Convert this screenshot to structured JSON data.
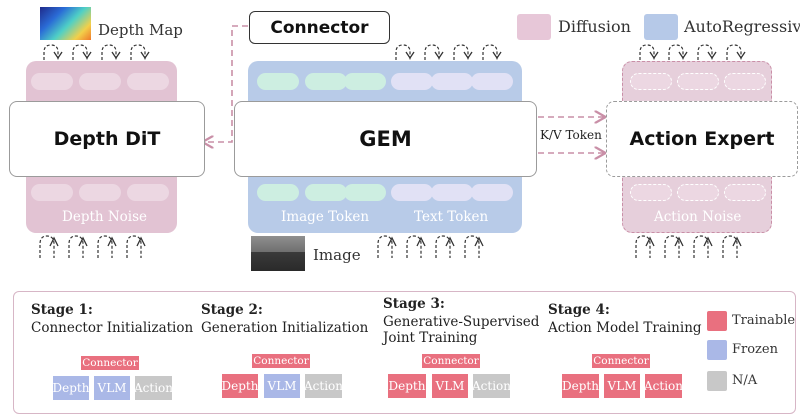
{
  "legend": {
    "diffusion_label": "Diffusion",
    "autoregressive_label": "AutoRegressive",
    "diffusion_color": "#e7c7d8",
    "autoregressive_color": "#b6c9e8"
  },
  "top": {
    "connector_label": "Connector",
    "depth_map_label": "Depth Map",
    "image_label": "Image",
    "kv_token_label": "K/V Token"
  },
  "modules": {
    "depth": {
      "title": "Depth DiT",
      "noise_label": "Depth Noise"
    },
    "gem": {
      "title": "GEM",
      "image_token_label": "Image Token",
      "text_token_label": "Text Token"
    },
    "action": {
      "title": "Action Expert",
      "noise_label": "Action Noise"
    }
  },
  "stages": [
    {
      "title": "Stage 1:",
      "desc": "Connector Initialization",
      "connector_chip": "Connector",
      "chips": [
        {
          "label": "Depth",
          "state": "frozen"
        },
        {
          "label": "VLM",
          "state": "frozen"
        },
        {
          "label": "Action",
          "state": "na"
        }
      ]
    },
    {
      "title": "Stage 2:",
      "desc": "Generation Initialization",
      "connector_chip": "Connector",
      "chips": [
        {
          "label": "Depth",
          "state": "trainable"
        },
        {
          "label": "VLM",
          "state": "frozen"
        },
        {
          "label": "Action",
          "state": "na"
        }
      ]
    },
    {
      "title": "Stage 3:",
      "desc": "Generative-Supervised Joint Training",
      "connector_chip": "Connector",
      "chips": [
        {
          "label": "Depth",
          "state": "trainable"
        },
        {
          "label": "VLM",
          "state": "trainable"
        },
        {
          "label": "Action",
          "state": "na"
        }
      ]
    },
    {
      "title": "Stage 4:",
      "desc": "Action Model Training",
      "connector_chip": "Connector",
      "chips": [
        {
          "label": "Depth",
          "state": "trainable"
        },
        {
          "label": "VLM",
          "state": "trainable"
        },
        {
          "label": "Action",
          "state": "trainable"
        }
      ]
    }
  ],
  "key": {
    "trainable_label": "Trainable",
    "frozen_label": "Frozen",
    "na_label": "N/A",
    "trainable_color": "#e9707f",
    "frozen_color": "#aab8e7",
    "na_color": "#c8c8c8"
  }
}
